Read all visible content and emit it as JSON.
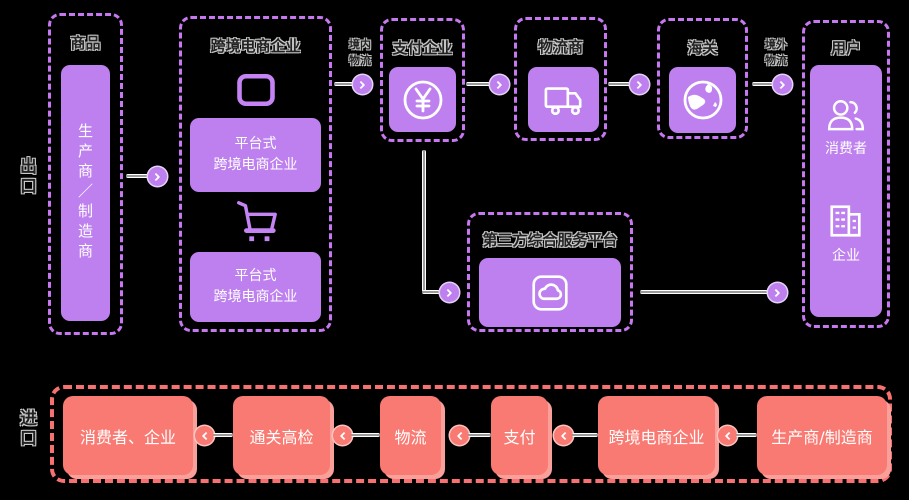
{
  "colors": {
    "background": "#000000",
    "purple_border": "#c678f0",
    "purple_fill": "#bd80ee",
    "red_fill": "#f87a72",
    "connector_line": "#ffffff",
    "box_text": "#ffffff"
  },
  "export_section": {
    "side_label": "出口",
    "product": {
      "title": "商品",
      "producer": "生产商／制造商"
    },
    "ecommerce": {
      "title": "跨境电商企业",
      "platform1": [
        "平台式",
        "跨境电商企业"
      ],
      "platform2": [
        "平台式",
        "跨境电商企业"
      ]
    },
    "payment": {
      "title": "支付企业"
    },
    "logistics": {
      "title": "物流商"
    },
    "customs": {
      "title": "海关"
    },
    "users": {
      "title": "用户",
      "consumer_label": "消费者",
      "enterprise_label": "企业"
    },
    "platform_service": {
      "title": "第三方综合服务平台"
    },
    "edge_labels": {
      "domestic": [
        "境内",
        "物流"
      ],
      "overseas": [
        "境外",
        "物流"
      ]
    }
  },
  "import_section": {
    "side_label": "进口",
    "boxes": [
      "消费者、企业",
      "通关高检",
      "物流",
      "支付",
      "跨境电商企业",
      "生产商/制造商"
    ]
  },
  "icons": {
    "monitor": "monitor-icon",
    "cart": "shopping-cart-icon",
    "yen": "yen-currency-icon",
    "truck": "truck-icon",
    "globe": "globe-icon",
    "users": "consumers-icon",
    "building": "enterprise-building-icon",
    "cloud": "cloud-platform-icon",
    "arrow_right": "chevron-right-icon",
    "arrow_left": "chevron-left-icon"
  }
}
